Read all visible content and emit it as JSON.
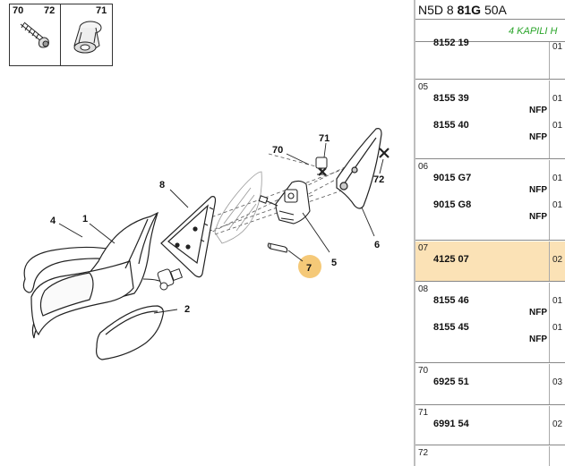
{
  "diagram": {
    "inset_labels": [
      "70",
      "72",
      "71"
    ],
    "callouts": [
      "1",
      "2",
      "4",
      "5",
      "6",
      "7",
      "8",
      "70",
      "71",
      "72"
    ],
    "highlight_color": "#f5c978",
    "highlighted_callout": "7"
  },
  "header": {
    "ref_prefix": "N5D 8",
    "ref_bold": "81G",
    "ref_suffix": "50A",
    "variant": "4 KAPILI H",
    "variant_color": "#2aa52a"
  },
  "parts": {
    "top_partial": {
      "ref": "8152 19",
      "qty": "01"
    },
    "rows": [
      {
        "index": "05",
        "entries": [
          {
            "ref": "8155 39",
            "nfp": "NFP",
            "qty": "01"
          },
          {
            "ref": "8155 40",
            "nfp": "NFP",
            "qty": "01"
          }
        ]
      },
      {
        "index": "06",
        "entries": [
          {
            "ref": "9015 G7",
            "nfp": "NFP",
            "qty": "01"
          },
          {
            "ref": "9015 G8",
            "nfp": "NFP",
            "qty": "01"
          }
        ]
      },
      {
        "index": "07",
        "highlight": true,
        "entries": [
          {
            "ref": "4125 07",
            "nfp": "",
            "qty": "02"
          }
        ]
      },
      {
        "index": "08",
        "entries": [
          {
            "ref": "8155 46",
            "nfp": "NFP",
            "qty": "01"
          },
          {
            "ref": "8155 45",
            "nfp": "NFP",
            "qty": "01"
          }
        ]
      },
      {
        "index": "70",
        "entries": [
          {
            "ref": "6925 51",
            "nfp": "",
            "qty": "03"
          }
        ]
      },
      {
        "index": "71",
        "entries": [
          {
            "ref": "6991 54",
            "nfp": "",
            "qty": "02"
          }
        ]
      },
      {
        "index": "72",
        "entries": []
      }
    ],
    "highlight_color": "#fbe2b6"
  }
}
